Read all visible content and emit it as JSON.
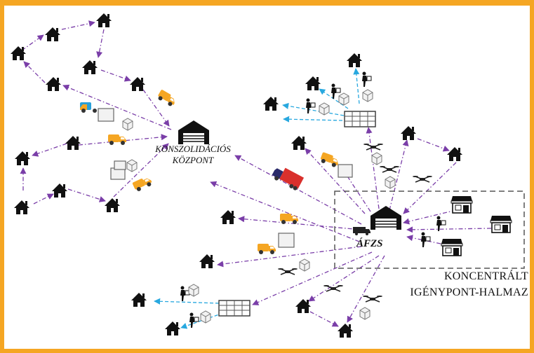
{
  "labels": {
    "consolidation_center": [
      "KONSZOLIDÁCIÓS",
      "KÖZPONT"
    ],
    "hub": "ÁFZS",
    "concentrated_cluster": [
      "KONCENTRÁLT",
      "IGÉNYPONT-HALMAZ"
    ]
  },
  "colors": {
    "frame": "#f5a623",
    "route_purple": "#7a3ea8",
    "route_blue": "#28a8df",
    "truck_red": "#d9302c",
    "van_orange": "#f5a623",
    "van_blue": "#2aa0d8",
    "icon": "#111111"
  },
  "icons": [
    "house-icon",
    "warehouse-icon",
    "van-icon",
    "truck-icon",
    "drone-icon",
    "parcel-locker-icon",
    "courier-icon",
    "shop-icon",
    "box-icon"
  ]
}
